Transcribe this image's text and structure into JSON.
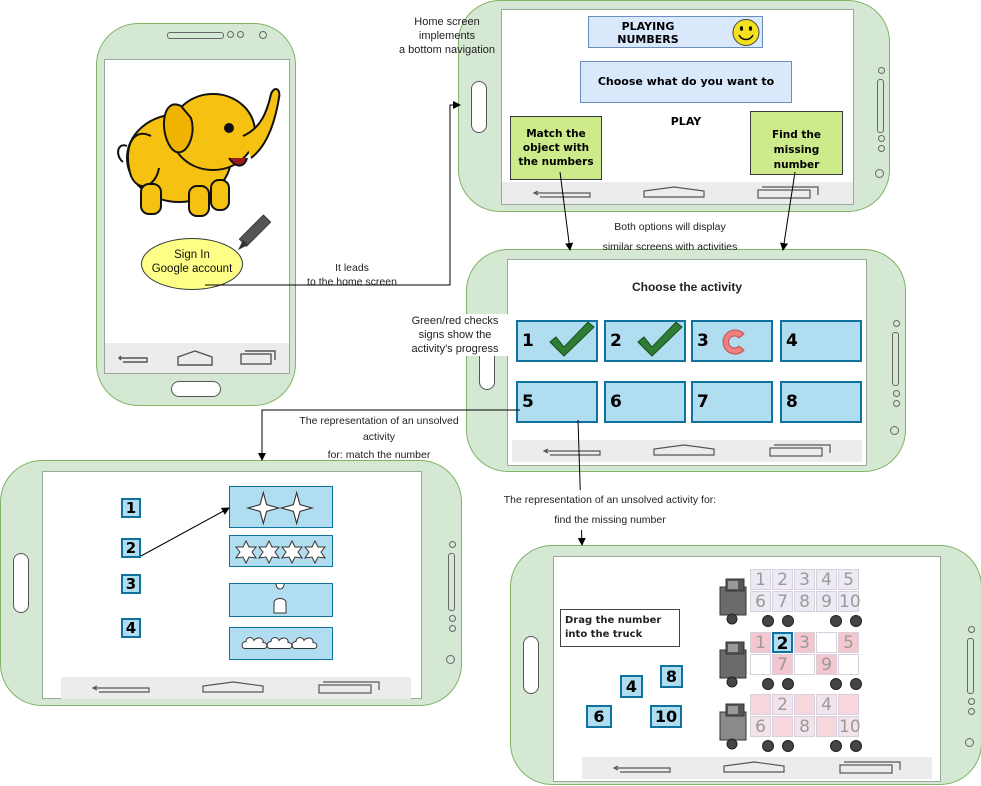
{
  "signin_phone": {
    "button_label_line1": "Sign In",
    "button_label_line2": "Google account",
    "logo_icon": "yellow-elephant-icon",
    "pencil_icon": "pencil-icon"
  },
  "home_phone": {
    "title_line1": "PLAYING",
    "title_line2": "NUMBERS",
    "smiley_icon": "smiley-face-icon",
    "prompt": "Choose what do you want to PLAY",
    "option1_line1": "Match the",
    "option1_line2": "object with",
    "option1_line3": "the numbers",
    "option2_line1": "Find the",
    "option2_line2": "missing number"
  },
  "activity_phone": {
    "title": "Choose the activity",
    "tiles": [
      {
        "num": "1",
        "status": "done"
      },
      {
        "num": "2",
        "status": "done"
      },
      {
        "num": "3",
        "status": "retry"
      },
      {
        "num": "4",
        "status": "none"
      },
      {
        "num": "5",
        "status": "none"
      },
      {
        "num": "6",
        "status": "none"
      },
      {
        "num": "7",
        "status": "none"
      },
      {
        "num": "8",
        "status": "none"
      }
    ]
  },
  "match_phone": {
    "numbers": [
      "1",
      "2",
      "3",
      "4"
    ],
    "rows": [
      {
        "count": 2,
        "shape": "four-point-star"
      },
      {
        "count": 4,
        "shape": "six-point-star"
      },
      {
        "count": 1,
        "shape": "person"
      },
      {
        "count": 3,
        "shape": "cloud"
      }
    ]
  },
  "truck_phone": {
    "instruction_line1": "Drag the number",
    "instruction_line2": "into the truck",
    "draggables": [
      "4",
      "8",
      "6",
      "10"
    ],
    "truck1_top": [
      "1",
      "2",
      "3",
      "4",
      "5"
    ],
    "truck1_bottom": [
      "6",
      "7",
      "8",
      "9",
      "10"
    ],
    "truck2_top": [
      "1",
      "2",
      "3",
      "",
      "5"
    ],
    "truck2_bottom": [
      "",
      "7",
      "",
      "9",
      ""
    ],
    "truck3_top": [
      "",
      "2",
      "",
      "4",
      ""
    ],
    "truck3_bottom": [
      "6",
      "",
      "8",
      "",
      "10"
    ]
  },
  "captions": {
    "home_l1": "Home screen",
    "home_l2": "implements",
    "home_l3": "a bottom navigation",
    "leads_l1": "It leads",
    "leads_l2": "to the home screen",
    "both_l1": "Both options will display",
    "both_l2": "similar screens with activities",
    "checks_l1": "Green/red checks",
    "checks_l2": "signs show the",
    "checks_l3": "activity's progress",
    "unsolved_match_l1": "The representation of an unsolved",
    "unsolved_match_l2": "activity",
    "unsolved_match_l3": "for: match the number",
    "unsolved_find_l1": "The representation of an unsolved activity for:",
    "unsolved_find_l2": "find the missing number"
  },
  "colors": {
    "phone_fill": "#d5e8d4",
    "phone_stroke": "#82b366",
    "tile_fill": "#b1ddf0",
    "tile_stroke": "#10739e",
    "option_fill": "#cdeb8b",
    "option_stroke": "#36393d",
    "signin_fill": "#ffff88",
    "check_green": "#2e7d32",
    "retry_red": "#f08080",
    "truck_pink": "#f4c7cf"
  }
}
